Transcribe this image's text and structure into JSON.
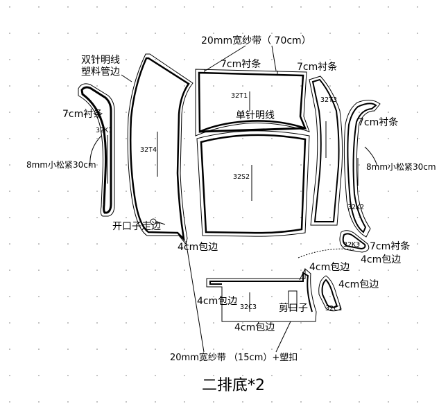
{
  "title": "二排底*2",
  "colors": {
    "line": "#000000",
    "dot": "#7a7a7a",
    "background": "#ffffff"
  },
  "piece_labels": {
    "t1": "32T1",
    "t3": "32T3",
    "t4": "32T4",
    "s2": "32S2",
    "k1": "32K1",
    "k2": "32K2",
    "k3": "32K3",
    "c1": "32C1",
    "c3": "32C3"
  },
  "annotations": {
    "tape_top": "20mm宽纱带（ 70cm）",
    "lining_1": "7cm衬条",
    "lining_2": "7cm衬条",
    "double_needle_1": "双针明线",
    "double_needle_2": "塑料管边",
    "lining_left": "7cm衬条",
    "lining_right": "7cm衬条",
    "single_needle": "单针明线",
    "elastic_left": "8mm小松紧30cm",
    "elastic_right": "8mm小松紧30cm",
    "opening": "开口子走边",
    "binding_1": "4cm包边",
    "lining_k3": "7cm衬条",
    "binding_2": "4cm包边",
    "binding_3": "4cm包边",
    "binding_4": "4cm包边",
    "binding_5": "4cm包边",
    "binding_6": "4cm包边",
    "cut_notch": "剪口子",
    "tape_bottom": "20mm宽纱带 （15cm）+塑扣"
  }
}
